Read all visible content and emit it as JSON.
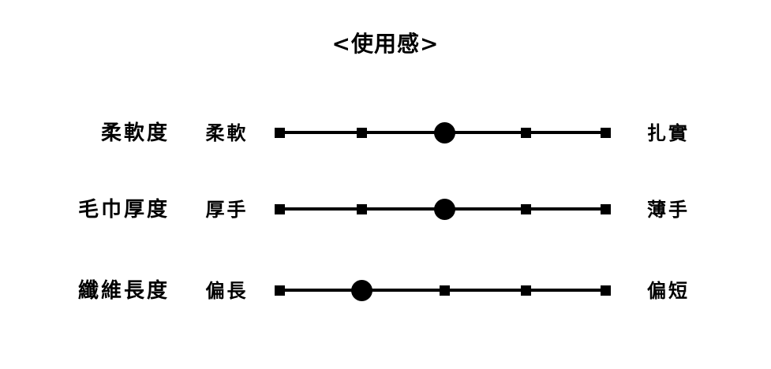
{
  "title": "<使用感>",
  "chart_data": {
    "type": "table",
    "title": "<使用感>",
    "xlabel": "",
    "ylabel": "",
    "scale_points": 5,
    "rows": [
      {
        "label": "柔軟度",
        "left_anchor": "柔軟",
        "right_anchor": "扎實",
        "value": 3
      },
      {
        "label": "毛巾厚度",
        "left_anchor": "厚手",
        "right_anchor": "薄手",
        "value": 3
      },
      {
        "label": "纖維長度",
        "left_anchor": "偏長",
        "right_anchor": "偏短",
        "value": 2
      }
    ],
    "colors": {
      "line": "#000000",
      "tick": "#000000",
      "marker": "#000000",
      "background": "#ffffff"
    }
  }
}
